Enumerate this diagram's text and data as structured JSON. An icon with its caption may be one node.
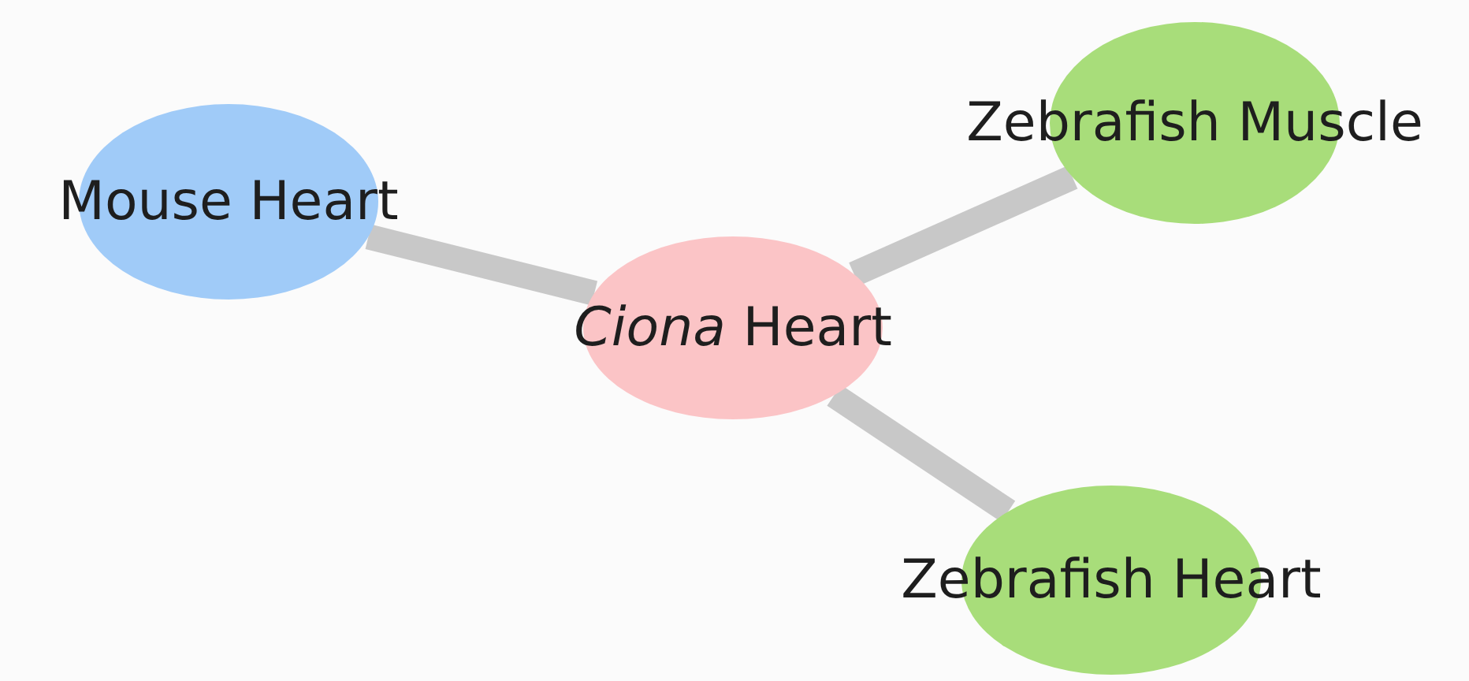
{
  "diagram": {
    "nodes": [
      {
        "text": [
          "Mouse Heart"
        ]
      },
      {
        "text": [
          "*Ciona* Heart"
        ]
      },
      {
        "text": [
          "Zebrafish Muscle"
        ]
      },
      {
        "text": [
          "Zebrafish Heart"
        ]
      }
    ],
    "edges": [
      {
        "from": 0,
        "to": 1,
        "arrow": "none"
      },
      {
        "from": 1,
        "to": 2,
        "arrow": "none"
      },
      {
        "from": 1,
        "to": 3,
        "arrow": "none"
      }
    ]
  }
}
